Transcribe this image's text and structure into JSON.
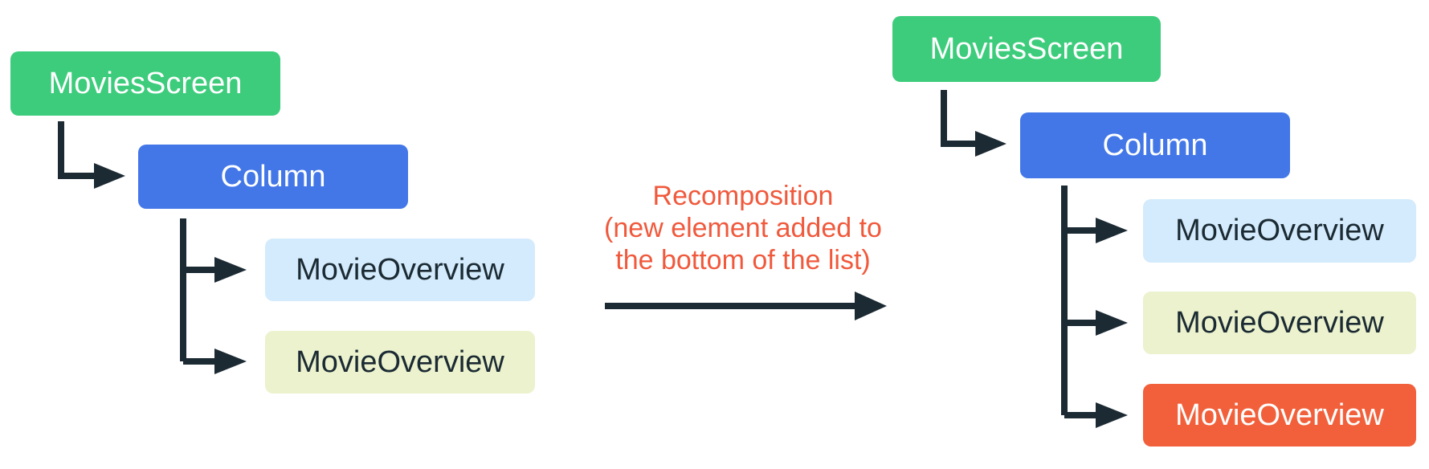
{
  "diagram": {
    "left_tree": {
      "root": {
        "label": "MoviesScreen"
      },
      "column": {
        "label": "Column"
      },
      "leaves": [
        {
          "label": "MovieOverview"
        },
        {
          "label": "MovieOverview"
        }
      ]
    },
    "annotation": {
      "lines": [
        "Recomposition",
        "(new element added to",
        "the bottom of the list)"
      ]
    },
    "right_tree": {
      "root": {
        "label": "MoviesScreen"
      },
      "column": {
        "label": "Column"
      },
      "leaves": [
        {
          "label": "MovieOverview"
        },
        {
          "label": "MovieOverview"
        },
        {
          "label": "MovieOverview"
        }
      ]
    }
  },
  "colors": {
    "background": "#FFFFFF",
    "node_green": "#3DCC7C",
    "node_blue": "#4377E8",
    "node_light_blue": "#D3EBFC",
    "node_light_yellow": "#EBF2CD",
    "node_orange": "#F1603B",
    "annotation_text": "#F0593C",
    "connector": "#1B2A33",
    "label_on_dark": "#FFFFFF",
    "label_on_light": "#1B2A33"
  }
}
